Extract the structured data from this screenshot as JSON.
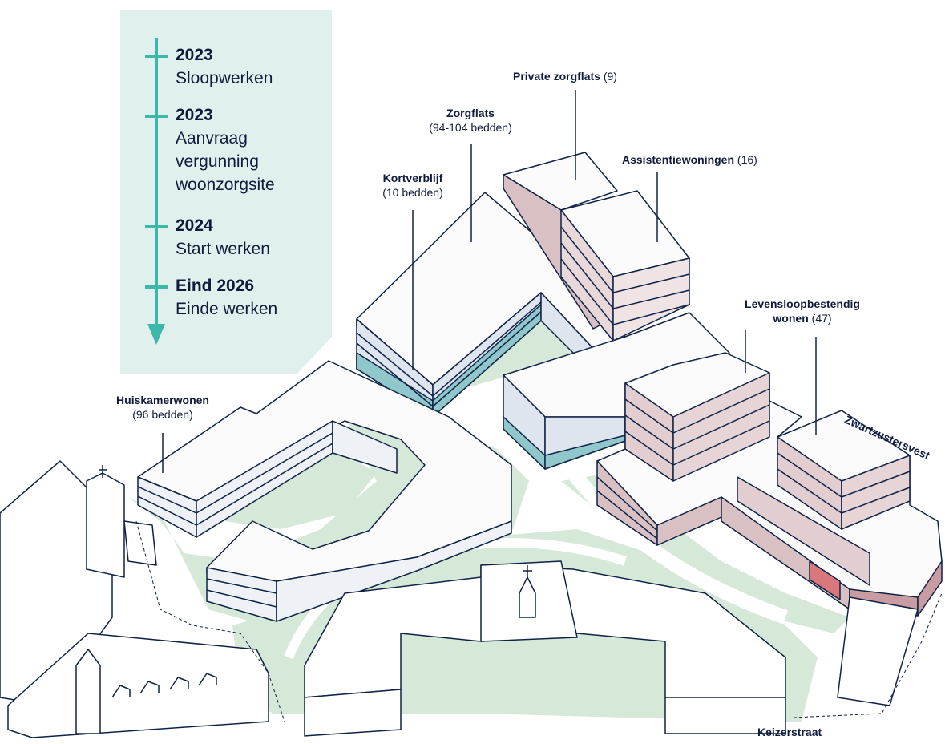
{
  "timeline": {
    "items": [
      {
        "year": "2023",
        "desc_lines": [
          "Sloopwerken"
        ]
      },
      {
        "year": "2023",
        "desc_lines": [
          "Aanvraag",
          "vergunning",
          "woonzorgsite"
        ]
      },
      {
        "year": "2024",
        "desc_lines": [
          "Start werken"
        ]
      },
      {
        "year": "Eind 2026",
        "desc_lines": [
          "Einde werken"
        ]
      }
    ]
  },
  "labels": {
    "private_zorgflats": {
      "name": "Private zorgflats",
      "extra": "(9)"
    },
    "zorgflats": {
      "name": "Zorgflats",
      "extra": "(94-104 bedden)"
    },
    "kortverblijf": {
      "name": "Kortverblijf",
      "extra": "(10 bedden)"
    },
    "assistentiewoningen": {
      "name": "Assistentiewoningen",
      "extra": "(16)"
    },
    "levensloop": {
      "name_line1": "Levensloopbestendig",
      "name_line2": "wonen",
      "extra": "(47)"
    },
    "huiskamerwonen": {
      "name": "Huiskamerwonen",
      "extra": "(96 bedden)"
    }
  },
  "streets": {
    "zwartzustersvest": "Zwartzustersvest",
    "keizerstraat": "Keizerstraat"
  },
  "colors": {
    "outline": "#0f2347",
    "roof": "#fbfbfb",
    "green": "#d6e8d7",
    "timeline_bg": "#dff0ed",
    "timeline_arrow": "#3bb8aa",
    "blue_facade": "#dfe5ee",
    "teal_facade": "#8fc7cb",
    "pink_facade": "#d9c0c3",
    "pink_dark": "#c99ca1",
    "red_accent": "#d9787c"
  }
}
